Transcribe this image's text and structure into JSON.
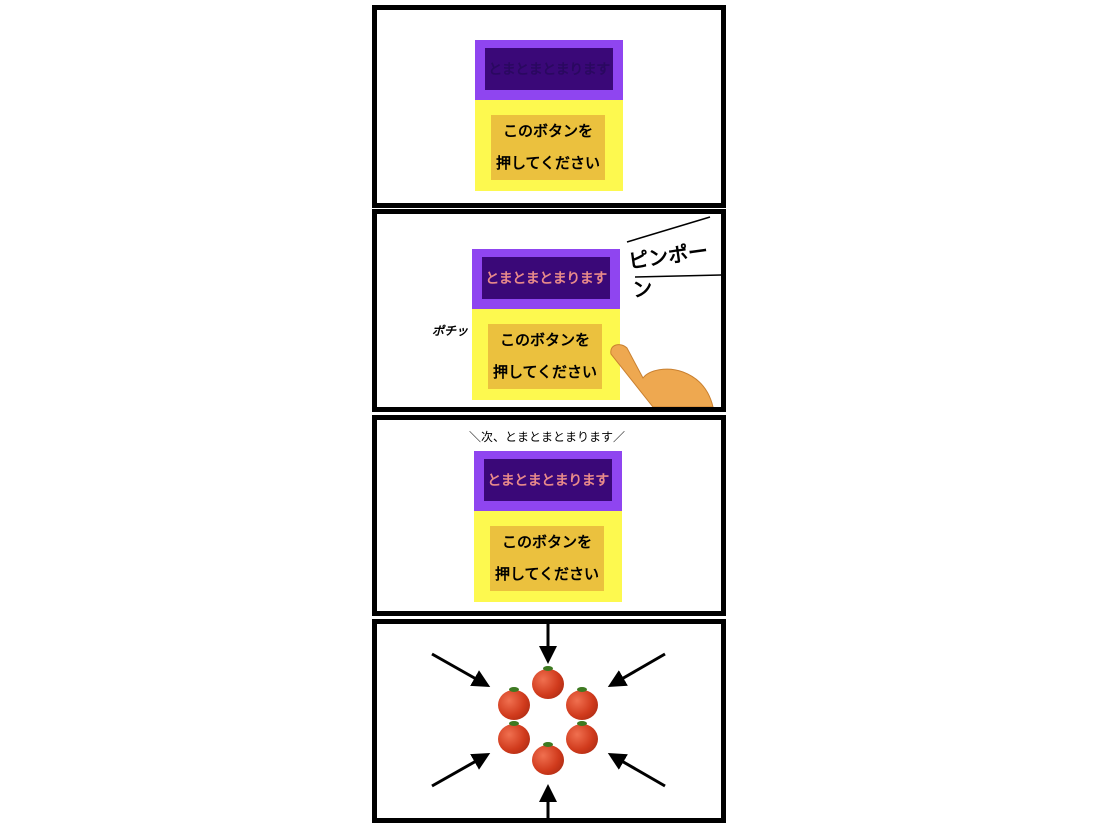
{
  "sign": {
    "title": "とまとまとまります",
    "button_line1": "このボタンを",
    "button_line2": "押してください"
  },
  "panel2": {
    "sfx_click": "ポチッ",
    "sfx_chime": "ピンポーン"
  },
  "panel3": {
    "announcement": "＼次、とまとまとまります／"
  },
  "colors": {
    "purple": "#8f45f0",
    "dark_purple": "#3a0878",
    "yellow": "#fdf94f",
    "button": "#ebc13e",
    "lit_text": "#e88a8a"
  }
}
